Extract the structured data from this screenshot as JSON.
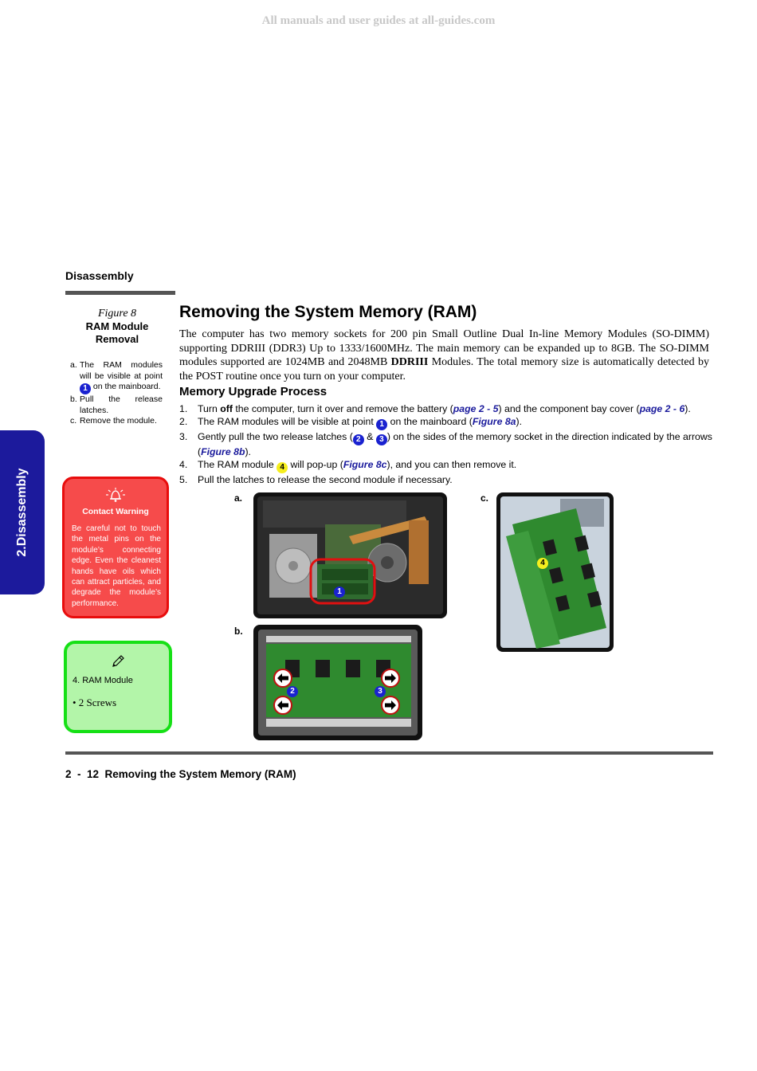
{
  "watermark": "All manuals and user guides at all-guides.com",
  "section_header": "Disassembly",
  "side_tab": "2.Disassembly",
  "figure": {
    "number": "Figure 8",
    "title_line1": "RAM Module",
    "title_line2": "Removal",
    "notes": [
      {
        "label": "a.",
        "text_before": "The RAM modules will be visible at point",
        "badge": "1",
        "text_after": "on the mainboard."
      },
      {
        "label": "b.",
        "text": "Pull the release latches."
      },
      {
        "label": "c.",
        "text": "Remove the module."
      }
    ]
  },
  "warning": {
    "icon": "warning-bell-icon",
    "title": "Contact Warning",
    "text": "Be careful not to touch the metal pins on the module’s connecting edge. Even the cleanest hands have oils which can attract particles, and degrade the module’s performance."
  },
  "note_box": {
    "icon": "pencil-icon",
    "item": "4.   RAM Module",
    "bullet": "•   2 Screws"
  },
  "main_title": "Removing the System Memory (RAM)",
  "intro": {
    "text_before": "The computer has two memory sockets for 200 pin Small Outline Dual In-line Memory Modules (SO-DIMM) supporting DDRIII (DDR3) Up to 1333/1600MHz. The main memory can be expanded up to 8GB. The SO-DIMM modules supported are 1024MB and 2048MB ",
    "bold": "DDRIII",
    "text_after": " Modules. The total memory size is automatically detected by the POST routine once you turn on your computer."
  },
  "subtitle": "Memory Upgrade Process",
  "steps": {
    "s1": {
      "num": "1.",
      "a": "Turn ",
      "b": "off",
      "c": " the computer, turn it over and remove the battery (",
      "ref1": "page 2 - 5",
      "d": ") and the component bay cover (",
      "ref2": "page 2 - 6",
      "e": ")."
    },
    "s2": {
      "num": "2.",
      "a": "The RAM modules will be visible at point ",
      "badge": "1",
      "b": " on the mainboard (",
      "ref": "Figure 8a",
      "c": ")."
    },
    "s3": {
      "num": "3.",
      "a": "Gently pull the two release latches (",
      "badge1": "2",
      "amp": " & ",
      "badge2": "3",
      "b": ") on the sides of the memory socket in the direction indicated by the arrows (",
      "ref": "Figure 8b",
      "c": ")."
    },
    "s4": {
      "num": "4.",
      "a": "The RAM module ",
      "badge": "4",
      "b": " will pop-up (",
      "ref": "Figure 8c",
      "c": "), and you can then remove it."
    },
    "s5": {
      "num": "5.",
      "a": "Pull the latches to release the second module if necessary."
    }
  },
  "photos": {
    "a_label": "a.",
    "b_label": "b.",
    "c_label": "c.",
    "a_badge": "1",
    "b_badge_left": "2",
    "b_badge_right": "3",
    "c_badge": "4"
  },
  "footer": "2  -  12  Removing the System Memory (RAM)"
}
